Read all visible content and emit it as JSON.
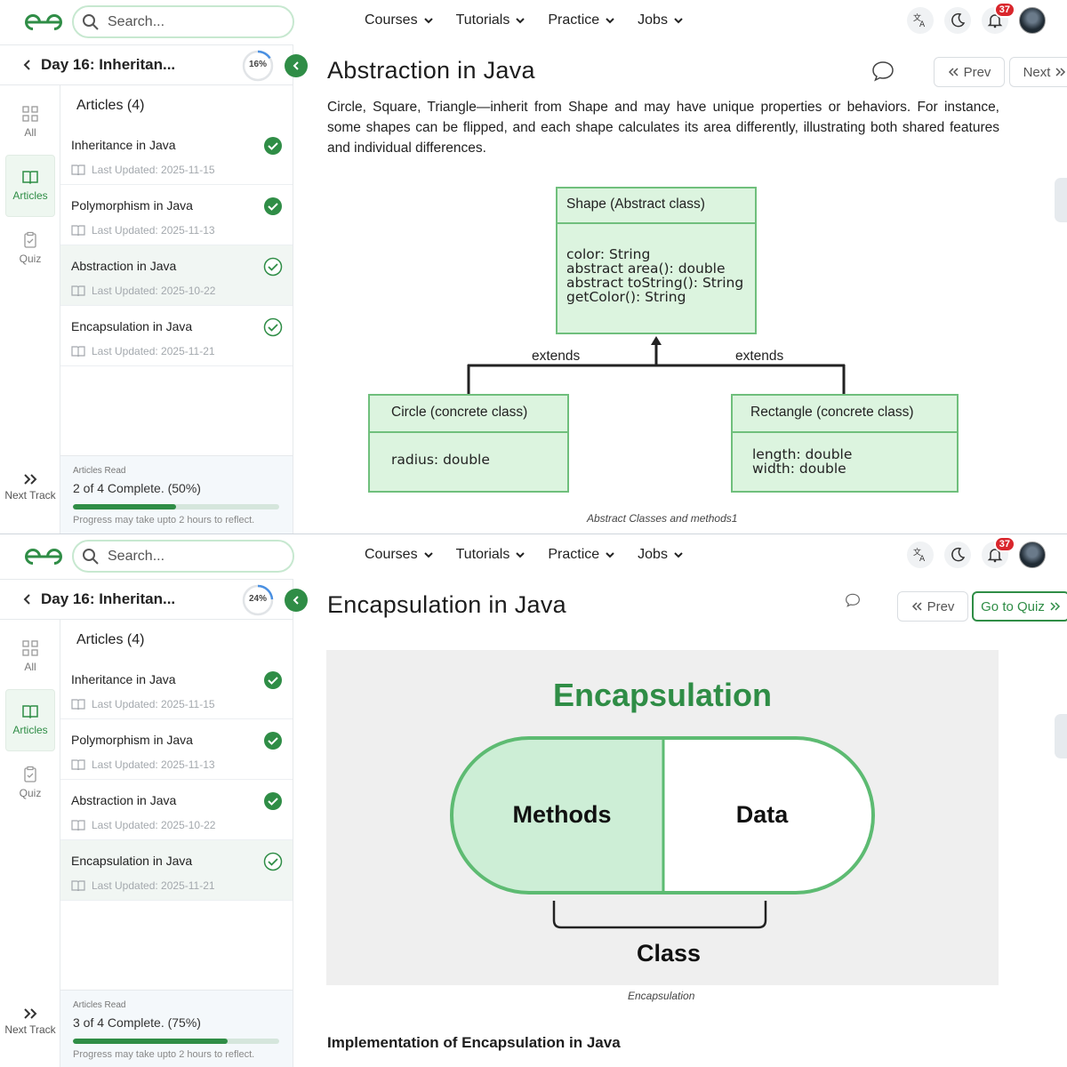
{
  "nav": {
    "search_placeholder": "Search...",
    "menu": [
      "Courses",
      "Tutorials",
      "Practice",
      "Jobs"
    ],
    "notification_count": "37"
  },
  "sidebar": {
    "title": "Day 16: Inheritan...",
    "rail": [
      "All",
      "Articles",
      "Quiz"
    ],
    "next_track": "Next Track",
    "list_heading": "Articles (4)",
    "articles": [
      {
        "title": "Inheritance in Java",
        "updated": "Last Updated: 2025-11-15"
      },
      {
        "title": "Polymorphism in Java",
        "updated": "Last Updated: 2025-11-13"
      },
      {
        "title": "Abstraction in Java",
        "updated": "Last Updated: 2025-10-22"
      },
      {
        "title": "Encapsulation in Java",
        "updated": "Last Updated: 2025-11-21"
      }
    ],
    "read_label": "Articles Read",
    "progress_note": "Progress may take upto 2 hours to reflect."
  },
  "top": {
    "progress_percent": "16%",
    "progress_value": 0.16,
    "read_count": "2 of 4 Complete. (50%)",
    "read_fraction": 0.5,
    "title": "Abstraction in Java",
    "prev_label": "Prev",
    "next_label": "Next",
    "paragraph": "Circle, Square, Triangle—inherit from Shape and may have unique properties or behaviors. For instance, some shapes can be flipped, and each shape calculates its area differently, illustrating both shared features and individual differences.",
    "diagram": {
      "shape_title": "Shape (Abstract class)",
      "shape_members": [
        "color: String",
        "abstract area(): double",
        "abstract toString(): String",
        "getColor(): String"
      ],
      "extends_left": "extends",
      "extends_right": "extends",
      "circle_title": "Circle (concrete class)",
      "circle_members": [
        "radius: double"
      ],
      "rect_title": "Rectangle (concrete class)",
      "rect_members": [
        "length: double",
        "width: double"
      ]
    },
    "caption": "Abstract Classes and methods1"
  },
  "bottom": {
    "progress_percent": "24%",
    "progress_value": 0.24,
    "read_count": "3 of 4 Complete. (75%)",
    "read_fraction": 0.75,
    "title": "Encapsulation in Java",
    "prev_label": "Prev",
    "quiz_label": "Go to Quiz",
    "image": {
      "title": "Encapsulation",
      "left": "Methods",
      "right": "Data",
      "bottom": "Class"
    },
    "caption": "Encapsulation",
    "section_heading": "Implementation of Encapsulation in Java"
  },
  "colors": {
    "brand_green": "#2f8d46",
    "uml_fill": "#dcf4df",
    "badge_red": "#d9262c"
  },
  "icons": [
    "logo-icon",
    "search-icon",
    "chevron-down-icon",
    "translate-icon",
    "moon-icon",
    "bell-icon",
    "back-chevron-icon",
    "collapse-chevron-icon",
    "grid-icon",
    "book-icon",
    "clipboard-icon",
    "double-chevron-icon",
    "check-circle-icon",
    "comment-icon"
  ]
}
